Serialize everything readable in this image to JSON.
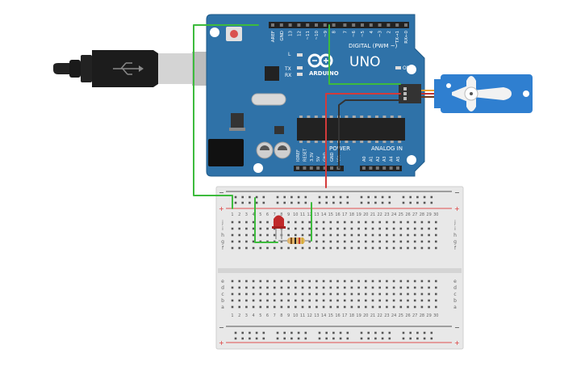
{
  "board": {
    "brand": "ARDUINO",
    "model": "UNO",
    "digital_header": "DIGITAL (PWM ~)",
    "power_header": "POWER",
    "analog_header": "ANALOG IN",
    "on_label": "ON",
    "led_l": "L",
    "led_tx": "TX",
    "led_rx": "RX",
    "top_pins": [
      "AREF",
      "GND",
      "13",
      "12",
      "~11",
      "~10",
      "~9",
      "8",
      "7",
      "~6",
      "~5",
      "4",
      "~3",
      "2",
      "TX→1",
      "RX←0"
    ],
    "power_pins": [
      "IOREF",
      "RESET",
      "3.3V",
      "5V",
      "GND",
      "GND",
      "Vin"
    ],
    "analog_pins": [
      "A0",
      "A1",
      "A2",
      "A3",
      "A4",
      "A5"
    ]
  },
  "breadboard": {
    "column_numbers": [
      "1",
      "2",
      "3",
      "4",
      "5",
      "6",
      "7",
      "8",
      "9",
      "10",
      "11",
      "12",
      "13",
      "14",
      "15",
      "16",
      "17",
      "18",
      "19",
      "20",
      "21",
      "22",
      "23",
      "24",
      "25",
      "26",
      "27",
      "28",
      "29",
      "30"
    ],
    "row_letters_top": [
      "j",
      "i",
      "h",
      "g",
      "f"
    ],
    "row_letters_bottom": [
      "e",
      "d",
      "c",
      "b",
      "a"
    ],
    "rail_plus": "+",
    "rail_minus": "−"
  },
  "colors": {
    "board": "#2f72a8",
    "board_edge": "#1f5a88",
    "wire_green": "#3dbb3d",
    "wire_red": "#d33b3b",
    "wire_black": "#333333",
    "servo": "#2f7fd0",
    "led": "#c0292a",
    "breadboard": "#e8e8e8"
  },
  "icons": {
    "usb_cable": "usb-cable-icon",
    "servo": "servo-motor-icon",
    "led": "red-led-icon",
    "resistor": "resistor-icon"
  }
}
